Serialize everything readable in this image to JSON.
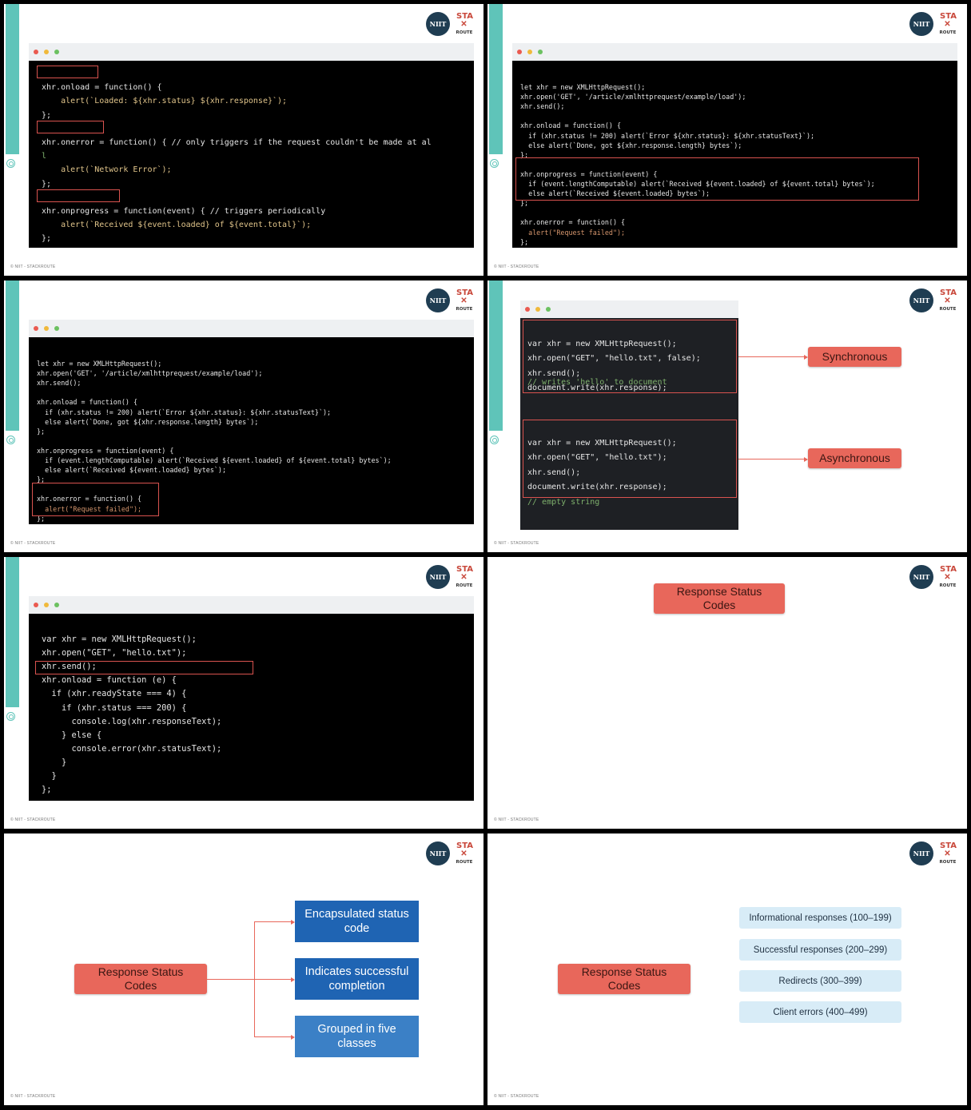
{
  "footer": "© NIIT - STACKROUTE",
  "logo": {
    "niit": "NIIT",
    "sta": "STA",
    "route": "ROUTE"
  },
  "slide1": {
    "lines": [
      "xhr.onload = function() {",
      "    alert(`Loaded: ${xhr.status} ${xhr.response}`);",
      "};",
      "",
      "xhr.onerror = function() { // only triggers if the request couldn't be made at al",
      "l",
      "    alert(`Network Error`);",
      "};",
      "",
      "xhr.onprogress = function(event) { // triggers periodically",
      "    alert(`Received ${event.loaded} of ${event.total}`);",
      "};"
    ]
  },
  "slide2": {
    "lines": [
      "let xhr = new XMLHttpRequest();",
      "xhr.open('GET', '/article/xmlhttprequest/example/load');",
      "xhr.send();",
      "",
      "xhr.onload = function() {",
      "  if (xhr.status != 200) alert(`Error ${xhr.status}: ${xhr.statusText}`);",
      "  else alert(`Done, got ${xhr.response.length} bytes`);",
      "};",
      "",
      "xhr.onprogress = function(event) {",
      "  if (event.lengthComputable) alert(`Received ${event.loaded} of ${event.total} bytes`);",
      "  else alert(`Received ${event.loaded} bytes`);",
      "};",
      "",
      "xhr.onerror = function() {",
      "  alert(\"Request failed\");",
      "};"
    ]
  },
  "slide3": {
    "lines": [
      "let xhr = new XMLHttpRequest();",
      "xhr.open('GET', '/article/xmlhttprequest/example/load');",
      "xhr.send();",
      "",
      "xhr.onload = function() {",
      "  if (xhr.status != 200) alert(`Error ${xhr.status}: ${xhr.statusText}`);",
      "  else alert(`Done, got ${xhr.response.length} bytes`);",
      "};",
      "",
      "xhr.onprogress = function(event) {",
      "  if (event.lengthComputable) alert(`Received ${event.loaded} of ${event.total} bytes`);",
      "  else alert(`Received ${event.loaded} bytes`);",
      "};",
      "",
      "xhr.onerror = function() {",
      "  alert(\"Request failed\");",
      "};"
    ]
  },
  "slide4": {
    "sync_lines": [
      "var xhr = new XMLHttpRequest();",
      "xhr.open(\"GET\", \"hello.txt\", false);",
      "xhr.send();",
      "document.write(xhr.response);",
      "// writes 'hello' to document"
    ],
    "async_lines": [
      "var xhr = new XMLHttpRequest();",
      "xhr.open(\"GET\", \"hello.txt\");",
      "xhr.send();",
      "document.write(xhr.response);",
      "// empty string"
    ],
    "sync_label": "Synchronous",
    "async_label": "Asynchronous"
  },
  "slide5": {
    "lines": [
      "var xhr = new XMLHttpRequest();",
      "xhr.open(\"GET\", \"hello.txt\");",
      "xhr.send();",
      "xhr.onload = function (e) {",
      "  if (xhr.readyState === 4) {",
      "    if (xhr.status === 200) {",
      "      console.log(xhr.responseText);",
      "    } else {",
      "      console.error(xhr.statusText);",
      "    }",
      "  }",
      "};"
    ]
  },
  "slide6": {
    "title_line1": "Response Status",
    "title_line2": "Codes"
  },
  "slide7": {
    "source_line1": "Response Status",
    "source_line2": "Codes",
    "box1_line1": "Encapsulated status",
    "box1_line2": "code",
    "box2_line1": "Indicates successful",
    "box2_line2": "completion",
    "box3_line1": "Grouped in five",
    "box3_line2": "classes",
    "colors": {
      "box1": "#1f64b3",
      "box2": "#1f64b3",
      "box3": "#3b80c6"
    }
  },
  "slide8": {
    "source_line1": "Response Status",
    "source_line2": "Codes",
    "items": [
      "Informational responses (100–199)",
      "Successful responses (200–299)",
      "Redirects (300–399)",
      "Client errors (400–499)"
    ]
  }
}
